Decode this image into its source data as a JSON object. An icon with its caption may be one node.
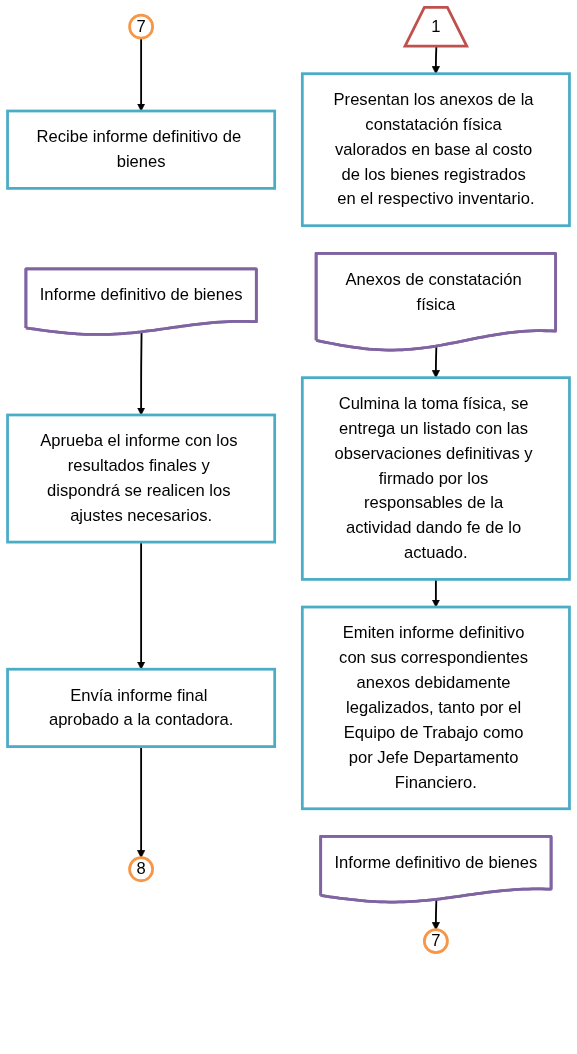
{
  "diagram": {
    "nodes": [
      {
        "text": [
          "7"
        ]
      },
      {
        "text": [
          "Recibe informe definitivo de bienes"
        ]
      },
      {
        "text": [
          "Informe definitivo de bienes"
        ]
      },
      {
        "text": [
          "Aprueba el informe con los resultados finales y dispondrá se realicen los ajustes necesarios."
        ]
      },
      {
        "text": [
          "Envía informe final aprobado a la contadora."
        ]
      },
      {
        "text": [
          "8"
        ]
      },
      {
        "text": [
          "1"
        ]
      },
      {
        "text": [
          "Presentan los anexos de la constatación física valorados en base al costo de los bienes registrados en el respectivo inventario."
        ]
      },
      {
        "text": [
          "Anexos de constatación física"
        ]
      },
      {
        "text": [
          "Culmina la toma física, se entrega un listado con las observaciones definitivas y firmado por los responsables de la actividad dando fe de lo actuado."
        ]
      },
      {
        "text": [
          "Emiten informe definitivo con sus correspondientes anexos debidamente legalizados, tanto por el Equipo de Trabajo como por Jefe Departamento Financiero."
        ]
      },
      {
        "text": [
          "Informe definitivo de bienes"
        ]
      },
      {
        "text": [
          "7"
        ]
      }
    ],
    "edges": [
      {
        "from": 0,
        "to": 1,
        "arrow": "to"
      },
      {
        "from": 2,
        "to": 3,
        "arrow": "to"
      },
      {
        "from": 3,
        "to": 4,
        "arrow": "to"
      },
      {
        "from": 4,
        "to": 5,
        "arrow": "to"
      },
      {
        "from": 6,
        "to": 7,
        "arrow": "to"
      },
      {
        "from": 8,
        "to": 9,
        "arrow": "to"
      },
      {
        "from": 9,
        "to": 10,
        "arrow": "to"
      },
      {
        "from": 11,
        "to": 12,
        "arrow": "to"
      }
    ]
  }
}
